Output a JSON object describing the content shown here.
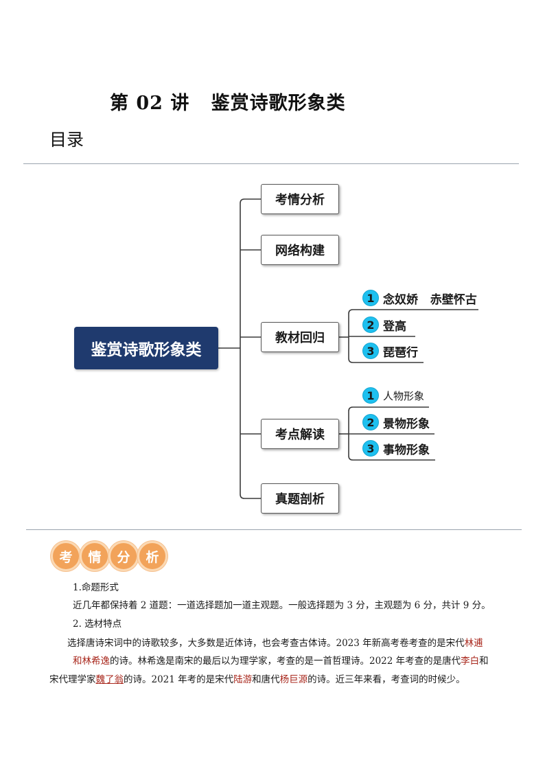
{
  "doc": {
    "title": "第 02 讲   鉴赏诗歌形象类",
    "toc_label": "目录"
  },
  "mindmap": {
    "root": "鉴赏诗歌形象类",
    "nodes": [
      "考情分析",
      "网络构建",
      "教材回归",
      "考点解读",
      "真题剖析"
    ],
    "textbook": [
      {
        "num": "1",
        "label": "念奴娇   赤壁怀古"
      },
      {
        "num": "2",
        "label": "登高"
      },
      {
        "num": "3",
        "label": "琵琶行"
      }
    ],
    "points": [
      {
        "num": "1",
        "label": "人物形象"
      },
      {
        "num": "2",
        "label": "景物形象"
      },
      {
        "num": "3",
        "label": "事物形象"
      }
    ],
    "colors": {
      "root_bg": "#1f3a6e",
      "num_bg": "#1ec0ef",
      "badge_bg": "#f2a35a"
    }
  },
  "section": {
    "badge_chars": [
      "考",
      "情",
      "分",
      "析"
    ],
    "h1": "1.命题形式",
    "p1": "近几年都保持着 2 道题：一道选择题加一道主观题。一般选择题为 3 分，主观题为 6 分，共计 9 分。",
    "h2": "2. 选材特点",
    "p2_line1_a": "选择唐诗宋词中的诗歌较多，大多数是近体诗，也会考查古体诗。2023 年新高考卷考查的是宋代",
    "p2_line1_b": "林逋",
    "p2_line2_a": "和林希逸",
    "p2_line2_b": "的诗。林希逸是南宋的最后以为理学家，考查的是一首哲理诗。2022 年考查的是唐代",
    "p2_line2_c": "李白",
    "p2_line2_d": "和",
    "p2_line3_a": "宋代理学家",
    "p2_line3_b": "魏了翁",
    "p2_line3_c": "的诗。2021 年考的是宋代",
    "p2_line3_d": "陆游",
    "p2_line3_e": "和唐代",
    "p2_line3_f": "杨巨源",
    "p2_line3_g": "的诗。近三年来看，考查词的时候少。"
  }
}
